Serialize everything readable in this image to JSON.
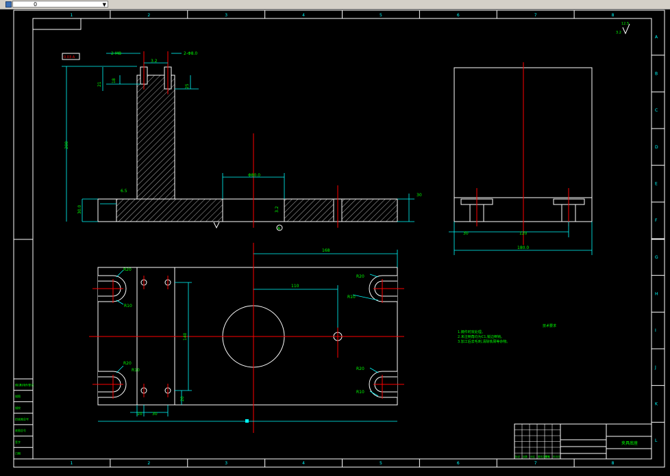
{
  "toolbar": {
    "layer_value": "0",
    "layer_combo_label": ""
  },
  "colors": {
    "frame": "#ffffff",
    "dim": "#00ffff",
    "text": "#00ff00",
    "center": "#ff0000",
    "hatch": "#ffffff",
    "bg": "#000000"
  },
  "zones": {
    "columns": [
      "1",
      "2",
      "3",
      "4",
      "5",
      "6",
      "7",
      "8"
    ],
    "rows": [
      "A",
      "B",
      "C",
      "D",
      "E",
      "F",
      "G",
      "H",
      "I",
      "J",
      "K",
      "L"
    ]
  },
  "front_view": {
    "dims": {
      "top_left_holes": "2-M8",
      "top_right_holes": "2-Φ8.0",
      "roughness_top": "3.2",
      "depth_a": "18",
      "depth_b": "21",
      "depth_c": "25",
      "height_total": "200",
      "base_height": "30.0",
      "offset": "6.5",
      "bore": "Φ80.0",
      "base_thickness": "30",
      "roughness_bore": "3.2"
    },
    "datum_label": "A",
    "flatness_tag": "0.03 A"
  },
  "side_view": {
    "dims": {
      "left": "30",
      "center": "120",
      "width": "180.0"
    }
  },
  "top_view": {
    "dims": {
      "length_168": "168",
      "length_110": "110",
      "height_140": "140",
      "small_20": "20",
      "small_10": "10",
      "small_30": "30",
      "r20_tl": "R20",
      "r10_tl": "R10",
      "r20_bl": "R20",
      "r10_bl": "R10",
      "r20_tr": "R20",
      "r10_tr": "R10",
      "r20_br": "R20",
      "r10_br": "R10"
    }
  },
  "roughness_corner": {
    "main": "12.5",
    "other": "3.2"
  },
  "notes": {
    "title": "技术要求",
    "lines": [
      "1.铸件时效处理。",
      "2.未注倒角均为C1,锐边倒钝。",
      "3.加工后去毛刺,清除铁屑等杂物。"
    ]
  },
  "title_block": {
    "drawing_name": "夹具底座",
    "labels": [
      "标记",
      "处数",
      "分区",
      "更改文件号",
      "签名",
      "年月日"
    ]
  },
  "left_table": {
    "labels": [
      "借(通)用件登记",
      "描图",
      "描校",
      "旧底图总号",
      "底图总号",
      "签字",
      "日期"
    ]
  }
}
